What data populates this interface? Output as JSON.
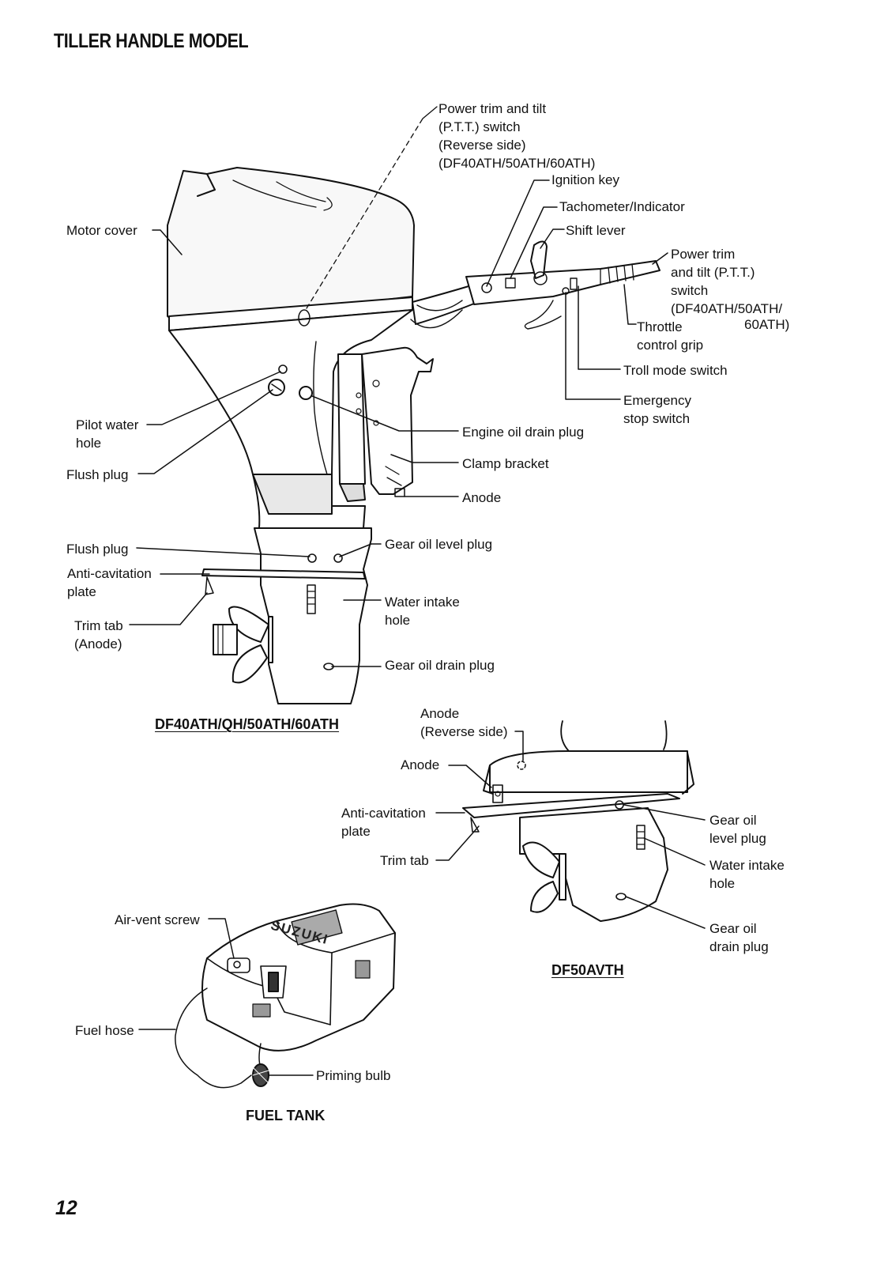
{
  "page": {
    "title": "TILLER HANDLE MODEL",
    "number": "12"
  },
  "captions": {
    "main_model": "DF40ATH/QH/50ATH/60ATH",
    "vt_model": "DF50AVTH",
    "fuel_tank": "FUEL TANK"
  },
  "labels": {
    "ptt_reverse": "Power trim and tilt\n(P.T.T.) switch\n(Reverse side)\n(DF40ATH/50ATH/60ATH)",
    "ignition_key": "Ignition key",
    "tachometer": "Tachometer/Indicator",
    "shift_lever": "Shift lever",
    "ptt_switch": "Power trim\nand tilt (P.T.T.)\nswitch\n(DF40ATH/50ATH/",
    "ptt_switch_end": "60ATH)",
    "throttle_grip": "Throttle\ncontrol grip",
    "troll_mode": "Troll mode switch",
    "emergency_stop": "Emergency\nstop switch",
    "motor_cover": "Motor cover",
    "pilot_water": "Pilot water\nhole",
    "flush_plug_1": "Flush plug",
    "engine_oil_drain": "Engine oil drain plug",
    "clamp_bracket": "Clamp bracket",
    "anode_1": "Anode",
    "flush_plug_2": "Flush plug",
    "gear_oil_level_1": "Gear oil level plug",
    "anti_cav_1": "Anti-cavitation\nplate",
    "water_intake_1": "Water intake\nhole",
    "trim_tab_anode": "Trim tab\n(Anode)",
    "gear_oil_drain_1": "Gear oil drain plug",
    "anode_reverse": "Anode\n(Reverse side)",
    "anode_2": "Anode",
    "anti_cav_2": "Anti-cavitation\nplate",
    "trim_tab_2": "Trim tab",
    "gear_oil_level_2": "Gear oil\nlevel plug",
    "water_intake_2": "Water intake\nhole",
    "gear_oil_drain_2": "Gear oil\ndrain plug",
    "air_vent": "Air-vent screw",
    "fuel_hose": "Fuel hose",
    "priming_bulb": "Priming bulb"
  },
  "tank_brand": "SUZUKI"
}
